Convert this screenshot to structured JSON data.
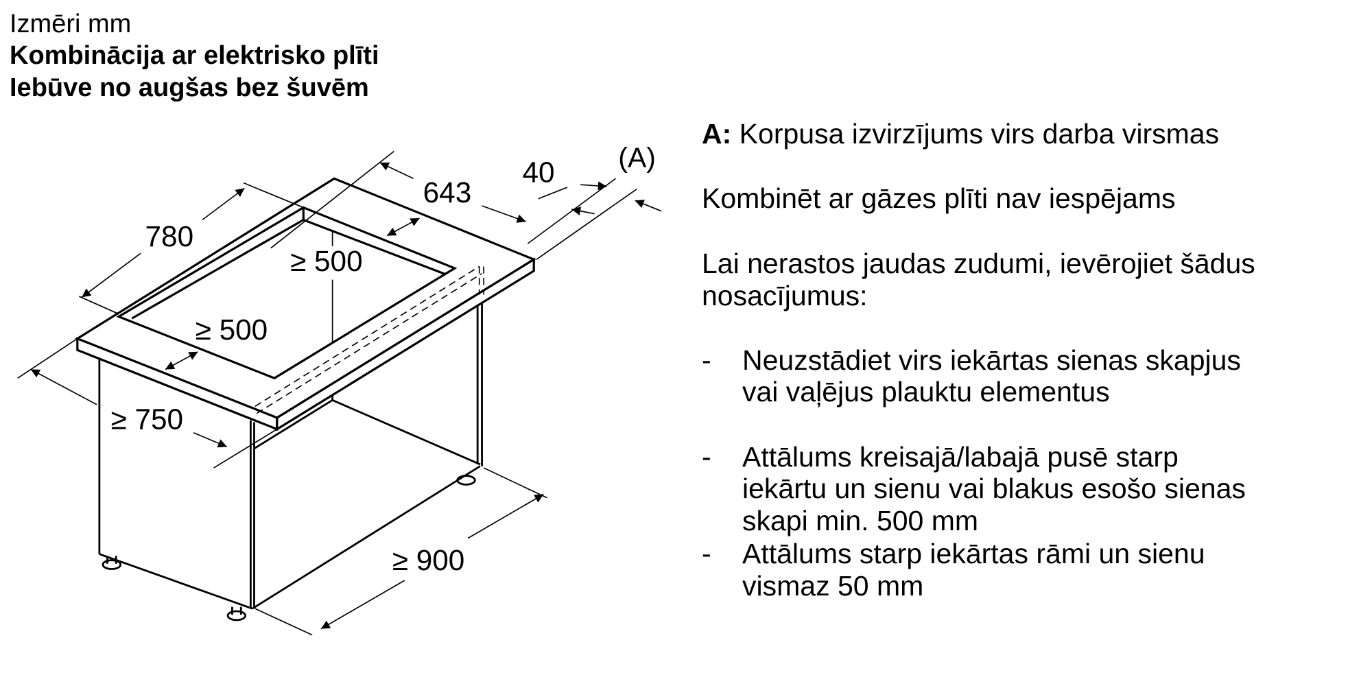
{
  "header": {
    "line1": "Izmēri mm",
    "line2": "Kombinācija ar elektrisko plīti",
    "line3": "Iebūve no augšas bez šuvēm"
  },
  "diagram": {
    "dim_width": "780",
    "dim_depth": "643",
    "dim_offset": "40",
    "label_a": "(A)",
    "dim_min_side": "≥ 500",
    "dim_min_front": "≥ 500",
    "dim_min_height": "≥ 750",
    "dim_min_cabinet": "≥ 900"
  },
  "notes": {
    "a_key": "A:",
    "a_text": "Korpusa izvirzījums virs darba virsmas",
    "gas": "Kombinēt ar gāzes plīti nav iespējams",
    "intro_1": "Lai nerastos jaudas zudumi, ievērojiet šādus",
    "intro_2": "nosacījumus:",
    "bullet": "-",
    "item1_1": "Neuzstādiet virs iekārtas sienas skapjus",
    "item1_2": "vai vaļējus plauktu elementus",
    "item2_1": "Attālums kreisajā/labajā pusē starp",
    "item2_2": "iekārtu un sienu vai blakus esošo sienas",
    "item2_3": "skapi min. 500 mm",
    "item3_1": "Attālums starp iekārtas rāmi un sienu",
    "item3_2": "vismaz 50 mm"
  }
}
